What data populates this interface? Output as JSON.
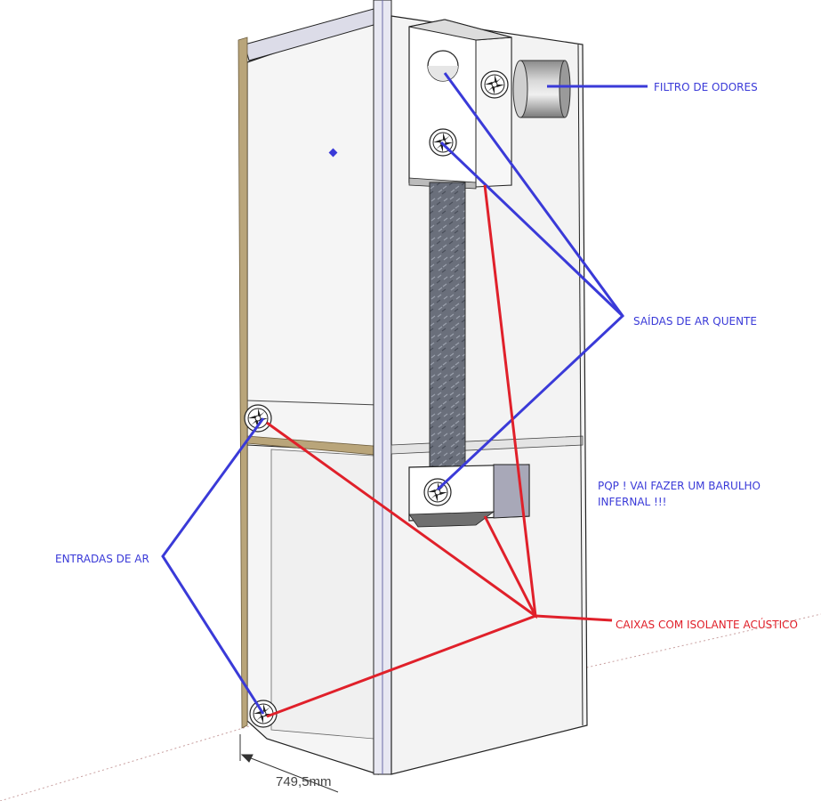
{
  "labels": {
    "odor_filter": "FILTRO DE ODORES",
    "hot_air_outlets": "SAÍDAS DE AR QUENTE",
    "air_inlets": "ENTRADAS DE AR",
    "noise_comment_line1": "PQP ! VAI FAZER UM BARULHO",
    "noise_comment_line2": "INFERNAL !!!",
    "acoustic_boxes": "CAIXAS COM ISOLANTE ACÚSTICO"
  },
  "dimension": {
    "width_text": "749,5mm"
  },
  "colors": {
    "annotation_blue": "#3a3ad8",
    "annotation_red": "#e0202a",
    "panel_fill": "#f2f2f2",
    "panel_edge": "#222222",
    "wood_edge": "#8a7a55",
    "duct": "#5f6470"
  }
}
